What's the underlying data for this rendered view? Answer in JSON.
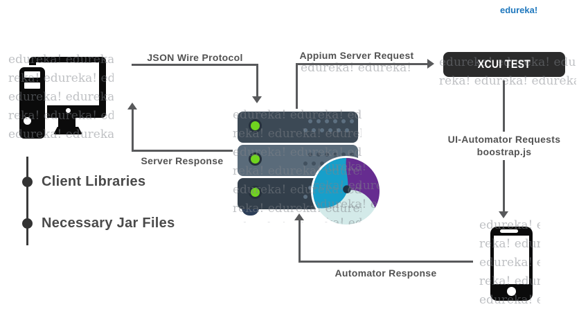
{
  "brand": {
    "logo": "edureka!",
    "logo_color": "#1e77bd"
  },
  "watermark": {
    "text": "edureka!"
  },
  "nodes": {
    "client": {
      "icon": "desktop-computer-icon"
    },
    "server": {
      "icon": "server-rack-icon",
      "logo_icon": "appium-logo-icon",
      "led_count": 3
    },
    "xcui_test": {
      "label": "XCUI TEST"
    },
    "mobile_device": {
      "icon": "smartphone-icon"
    }
  },
  "edges": [
    {
      "label": "JSON Wire Protocol",
      "from": "client",
      "to": "server"
    },
    {
      "label": "Appium Server Request",
      "from": "server",
      "to": "xcui_test"
    },
    {
      "label": "Server Response",
      "from": "server",
      "to": "client"
    },
    {
      "label": "UI-Automator Requests",
      "label2": "boostrap.js",
      "from": "xcui_test",
      "to": "mobile_device"
    },
    {
      "label": "Automator Response",
      "from": "mobile_device",
      "to": "server"
    }
  ],
  "legend": {
    "items": [
      {
        "label": "Client Libraries"
      },
      {
        "label": "Necessary Jar Files"
      }
    ]
  },
  "colors": {
    "arrow": "#58595b",
    "label_text": "#525252",
    "brand_blue": "#1e77bd",
    "xcui_bg": "#2b2b2b",
    "xcui_text": "#ffffff",
    "server_slab_dark": "#3c4955",
    "server_slab_light": "#5a6b7a",
    "server_slab_darker": "#333f4b",
    "led_green": "#70d41f",
    "server_foot_navy": "#2c3e58",
    "appium_cyan": "#179fca",
    "appium_purple": "#662c90",
    "appium_pale": "#d3eae9",
    "icon_black": "#0b0b0b",
    "watermark_gray": "#84888a"
  }
}
